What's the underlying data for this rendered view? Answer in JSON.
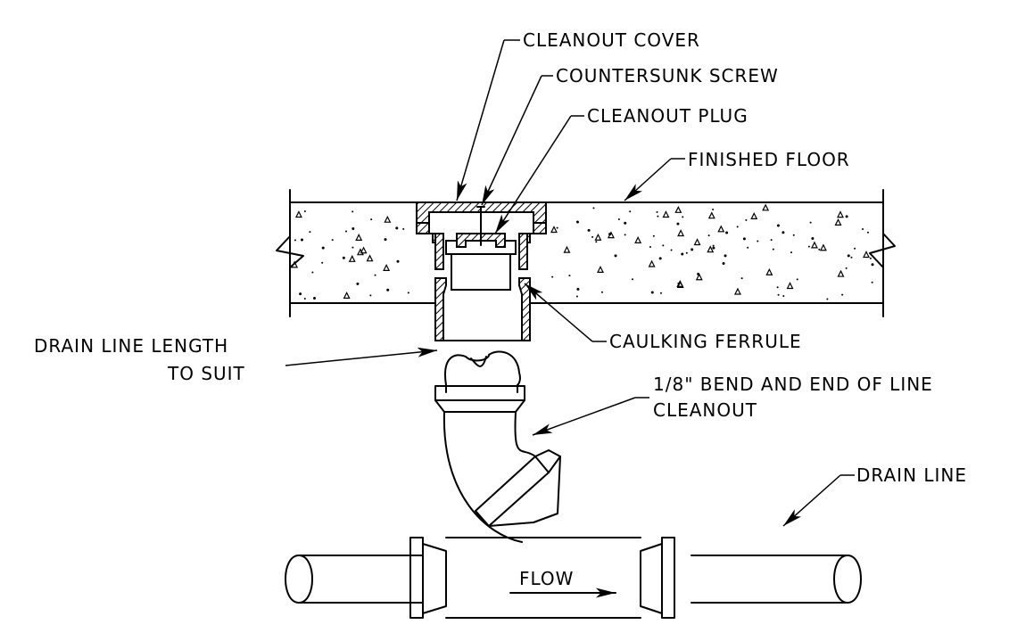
{
  "labels": {
    "cleanout_cover": "CLEANOUT COVER",
    "countersunk_screw": "COUNTERSUNK SCREW",
    "cleanout_plug": "CLEANOUT PLUG",
    "finished_floor": "FINISHED FLOOR",
    "drain_line_length_1": "DRAIN LINE  LENGTH",
    "drain_line_length_2": "TO SUIT",
    "caulking_ferrule": "CAULKING FERRULE",
    "bend_1": "1/8\" BEND AND END OF LINE",
    "bend_2": "CLEANOUT",
    "drain_line": "DRAIN LINE",
    "flow": "FLOW"
  },
  "colors": {
    "ink": "#000000",
    "paper": "#ffffff"
  }
}
